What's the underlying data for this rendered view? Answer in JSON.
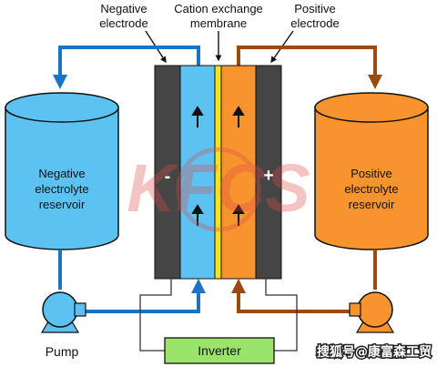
{
  "labels": {
    "negative_electrode_line1": "Negative",
    "negative_electrode_line2": "electrode",
    "membrane_line1": "Cation exchange",
    "membrane_line2": "membrane",
    "positive_electrode_line1": "Positive",
    "positive_electrode_line2": "electrode",
    "neg_reservoir_line1": "Negative",
    "neg_reservoir_line2": "electrolyte",
    "neg_reservoir_line3": "reservoir",
    "pos_reservoir_line1": "Positive",
    "pos_reservoir_line2": "electrolyte",
    "pos_reservoir_line3": "reservoir",
    "minus_sign": "-",
    "plus_sign": "+",
    "pump": "Pump",
    "inverter": "Inverter"
  },
  "watermark": {
    "logo_text": "KFCS",
    "caption": "搜狐号@康富森工贸"
  },
  "colors": {
    "negative_fluid": "#5bc2f2",
    "negative_flow": "#1a73c4",
    "positive_fluid": "#f7942d",
    "positive_flow": "#9b4a12",
    "electrode": "#454545",
    "membrane": "#f6e11b",
    "inverter": "#9be46b",
    "pump_blue": "#5bc2f2",
    "pump_orange": "#f7942d"
  }
}
